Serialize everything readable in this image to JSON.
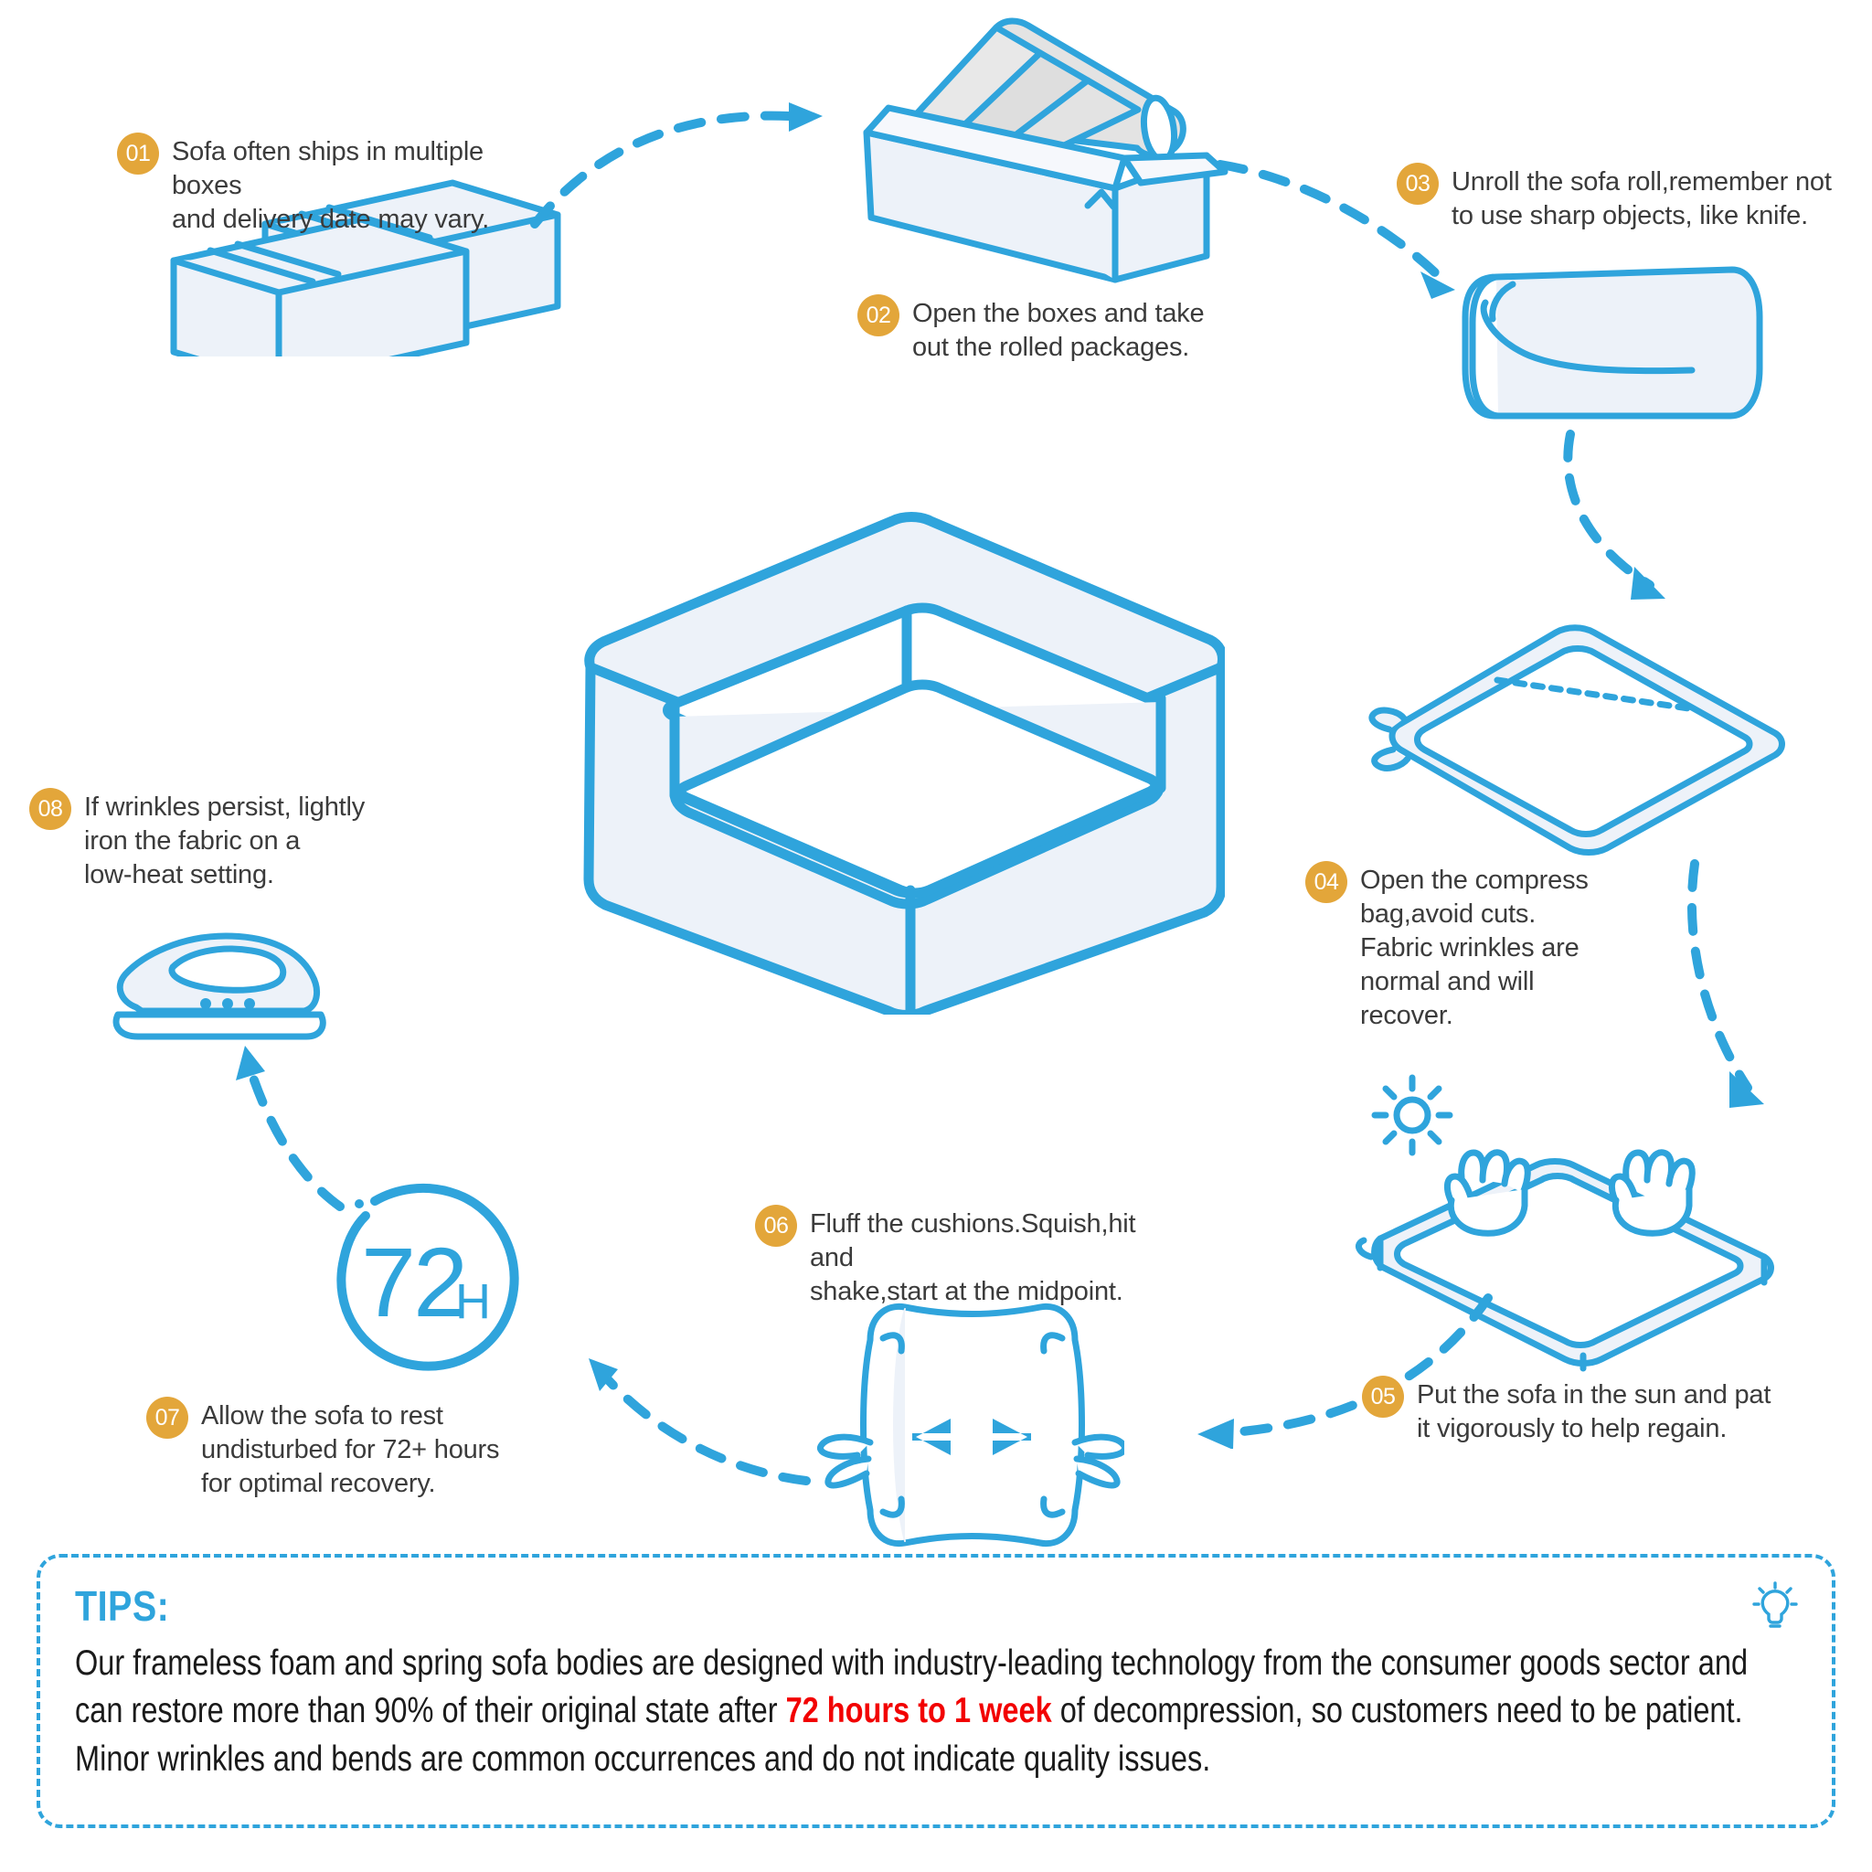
{
  "theme": {
    "line_blue": "#2FA4DC",
    "fill_light": "#EDF2F9",
    "badge_amber": "#E3A63A",
    "text_dark": "#3b3b3b",
    "accent_red": "#F20000",
    "background": "#ffffff"
  },
  "steps": [
    {
      "number": "01",
      "text": "Sofa often ships in multiple boxes\nand delivery date may vary."
    },
    {
      "number": "02",
      "text": "Open the boxes and take\nout the rolled packages."
    },
    {
      "number": "03",
      "text": "Unroll the sofa roll,remember not\nto use sharp objects, like knife."
    },
    {
      "number": "04",
      "text": "Open the compress\nbag,avoid cuts.\nFabric wrinkles are\nnormal and will recover."
    },
    {
      "number": "05",
      "text": "Put the sofa in the sun and pat\nit vigorously to help regain."
    },
    {
      "number": "06",
      "text": "Fluff the cushions.Squish,hit and\nshake,start at the midpoint."
    },
    {
      "number": "07",
      "text": "Allow the sofa to rest\nundisturbed for 72+ hours\nfor optimal recovery."
    },
    {
      "number": "08",
      "text": "If wrinkles persist, lightly\niron the fabric on a\nlow-heat setting."
    }
  ],
  "timer": {
    "value": "72",
    "unit": "H"
  },
  "tips": {
    "title": "TIPS:",
    "body_part_1": "Our frameless foam and spring sofa bodies are designed with industry-leading technology from the consumer goods sector and can restore more than 90% of their original state after ",
    "body_highlight": "72 hours to 1 week",
    "body_part_2": " of decompression, so customers need to be patient. Minor wrinkles and bends are common occurrences and do not indicate quality issues."
  },
  "illustrations": [
    {
      "name": "stacked-boxes",
      "step": "01"
    },
    {
      "name": "open-box-with-roll",
      "step": "02"
    },
    {
      "name": "sofa-roll",
      "step": "03"
    },
    {
      "name": "compress-bag",
      "step": "04"
    },
    {
      "name": "sofa-in-sun-with-hands",
      "step": "05"
    },
    {
      "name": "cushion-fluff",
      "step": "06"
    },
    {
      "name": "timer-72h",
      "step": "07"
    },
    {
      "name": "steam-iron",
      "step": "08"
    },
    {
      "name": "frameless-sofa-body",
      "step": "center"
    }
  ]
}
